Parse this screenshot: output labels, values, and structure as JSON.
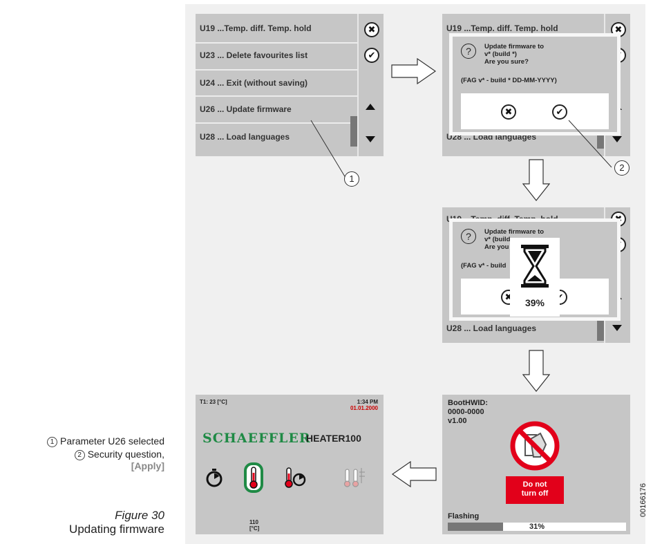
{
  "menu": {
    "items": [
      "U19 ...Temp. diff. Temp. hold",
      "U23 ... Delete favourites list",
      "U24 ... Exit (without saving)",
      "U26 ... Update firmware",
      "U28 ... Load languages"
    ]
  },
  "dialog": {
    "question_icon": "?",
    "line1": "Update firmware to",
    "line2": "v* (build *)",
    "line3": "Are you sure?",
    "build_info": "(FAG v* - build * DD-MM-YYYY)"
  },
  "progress_dialog": {
    "line1": "Update firmware to",
    "line2": "v* (build",
    "line3": "Are you",
    "build_info": "(FAG v* - build",
    "hourglass": "hourglass-icon",
    "percent": "39%"
  },
  "boot": {
    "line1": "BootHWID:",
    "line2": "0000-0000",
    "line3": "v1.00",
    "warning_line1": "Do not",
    "warning_line2": "turn off",
    "status": "Flashing",
    "percent": "31%",
    "progress_fraction": 0.31
  },
  "home": {
    "t1": "T1: 23 [°C]",
    "time": "1:34 PM",
    "date": "01.01.2000",
    "brand": "SCHAEFFLER",
    "model": "HEATER100",
    "temp_value": "110",
    "temp_unit": "[°C]"
  },
  "callouts": [
    "1",
    "2"
  ],
  "legend": {
    "item1": "Parameter U26 selected",
    "item2_line1": "Security question,",
    "item2_line2": "[Apply]",
    "figure": "Figure 30",
    "caption": "Updating firmware"
  },
  "code": "00166176",
  "colors": {
    "accent_green": "#1f8a45",
    "warning_red": "#e2001a",
    "date_red": "#cc0000"
  }
}
